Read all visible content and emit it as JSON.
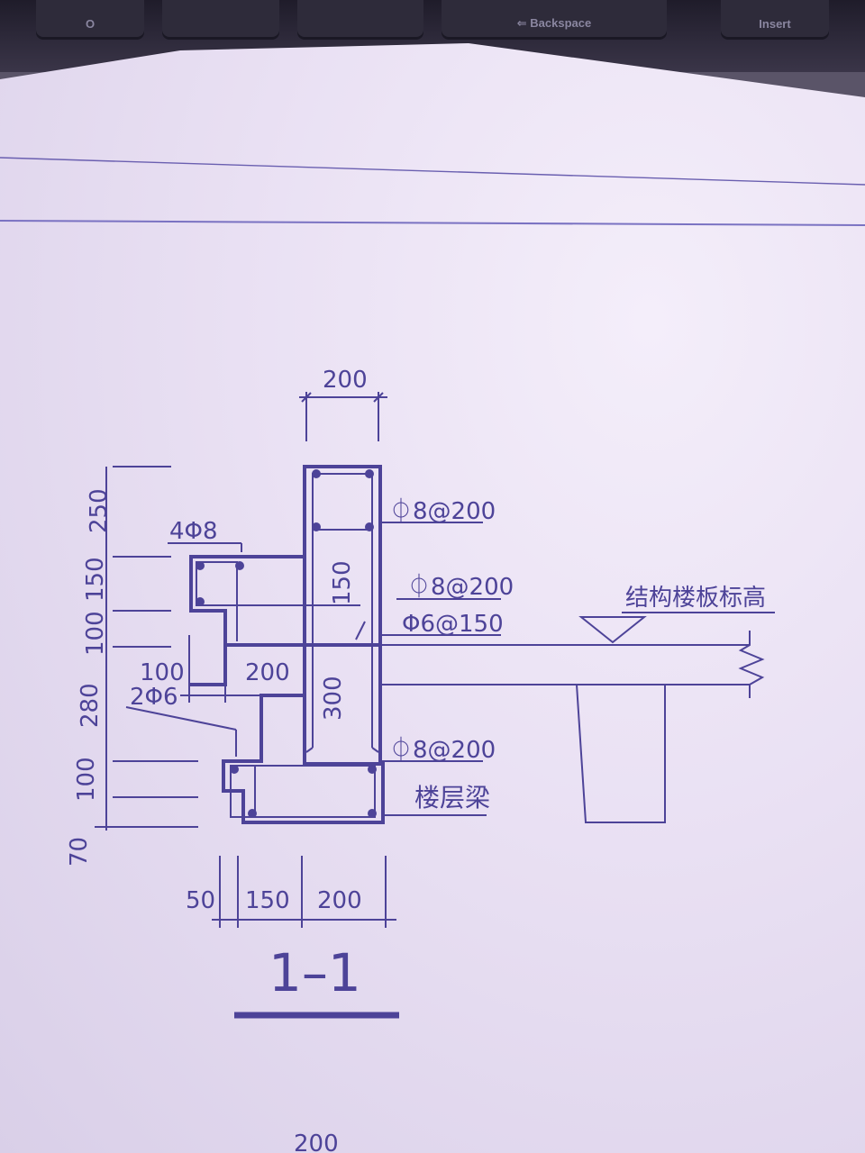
{
  "keyboard": {
    "keys": [
      "O",
      "⇐ Backspace",
      "Insert"
    ]
  },
  "drawing": {
    "top_width": "200",
    "left_dims": [
      "250",
      "150",
      "100",
      "280",
      "100",
      "70"
    ],
    "label_4phi8": "4Φ8",
    "label_rebar_top": "⏀8@200",
    "label_rebar_mid": "⏀8@200",
    "label_phi6": "Φ6@150",
    "label_150_vertical": "150",
    "label_slab_level": "结构楼板标高",
    "label_100": "100",
    "label_200_mid": "200",
    "label_2phi6": "2Φ6",
    "label_300_vertical": "300",
    "label_rebar_bot": "⏀8@200",
    "label_floor_beam": "楼层梁",
    "bottom_dims": [
      "50",
      "150",
      "200"
    ],
    "section_title": "1–1",
    "footer_number": "200"
  }
}
